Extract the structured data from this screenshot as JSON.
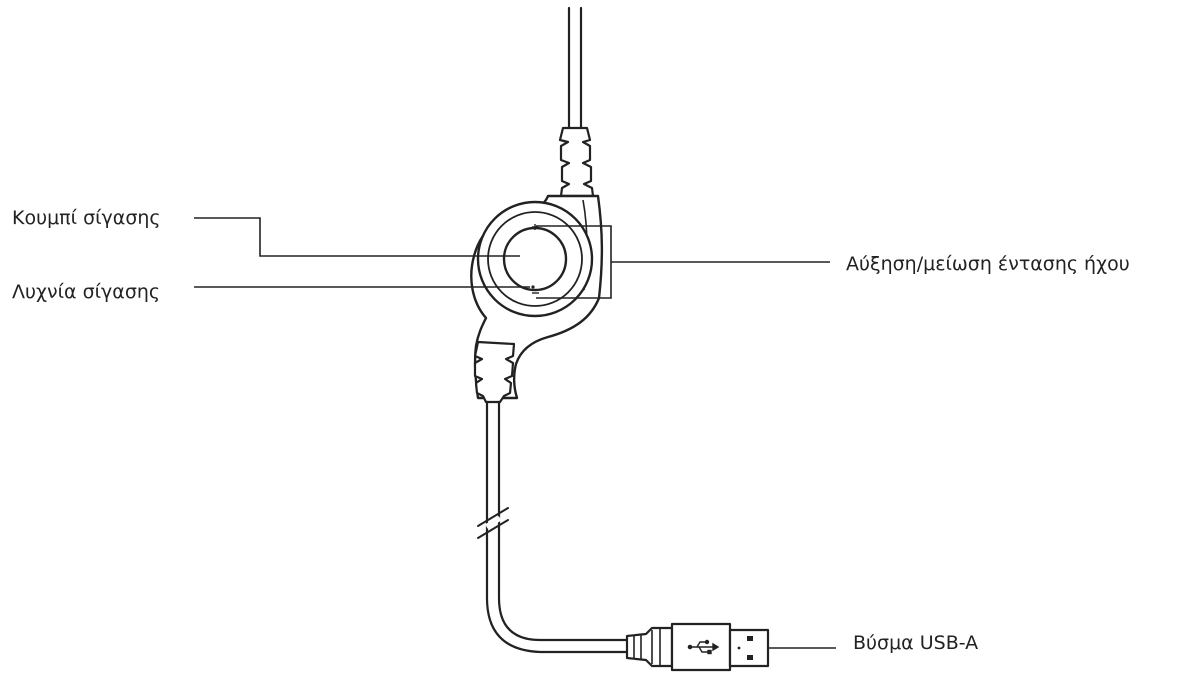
{
  "labels": {
    "mute_button": "Κουμπί σίγασης",
    "mute_led": "Λυχνία σίγασης",
    "volume": "Αύξηση/μείωση έντασης ήχου",
    "usb_plug": "Βύσμα USB-A"
  },
  "colors": {
    "line": "#222222",
    "fill": "#ffffff",
    "text": "#222222"
  },
  "icons": {
    "usb_symbol": "usb-trident-icon"
  }
}
